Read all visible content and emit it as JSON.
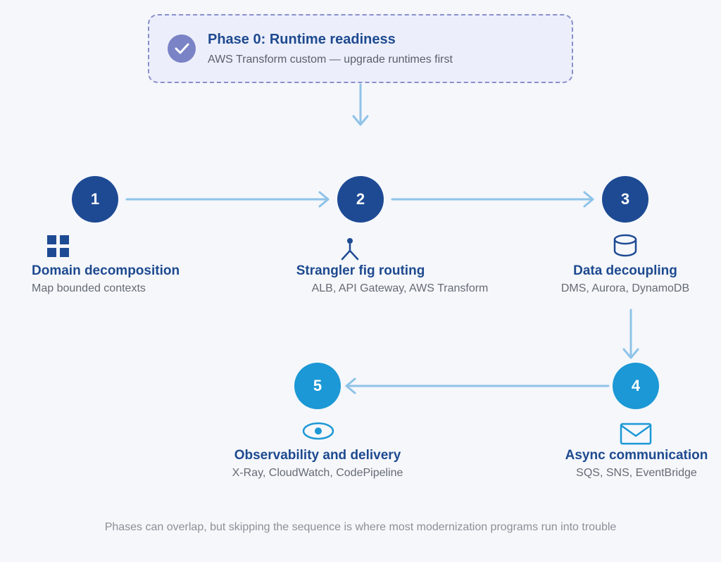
{
  "phase0": {
    "title": "Phase 0: Runtime readiness",
    "subtitle": "AWS Transform custom — upgrade runtimes first",
    "icon": "check-icon"
  },
  "steps": [
    {
      "number": "1",
      "title": "Domain decomposition",
      "subtitle": "Map bounded contexts",
      "icon": "grid-icon"
    },
    {
      "number": "2",
      "title": "Strangler fig routing",
      "subtitle": "ALB, API Gateway, AWS Transform",
      "icon": "fork-icon"
    },
    {
      "number": "3",
      "title": "Data decoupling",
      "subtitle": "DMS, Aurora, DynamoDB",
      "icon": "database-icon"
    },
    {
      "number": "4",
      "title": "Async communication",
      "subtitle": "SQS, SNS, EventBridge",
      "icon": "envelope-icon"
    },
    {
      "number": "5",
      "title": "Observability and delivery",
      "subtitle": "X-Ray, CloudWatch, CodePipeline",
      "icon": "eye-icon"
    }
  ],
  "footer": {
    "note": "Phases can overlap, but skipping the sequence is where most modernization programs run into trouble"
  },
  "colors": {
    "dark_step": "#1e4a94",
    "light_step": "#1b98d5",
    "arrow": "#8fc3e8",
    "title_text": "#1e4a8f"
  }
}
